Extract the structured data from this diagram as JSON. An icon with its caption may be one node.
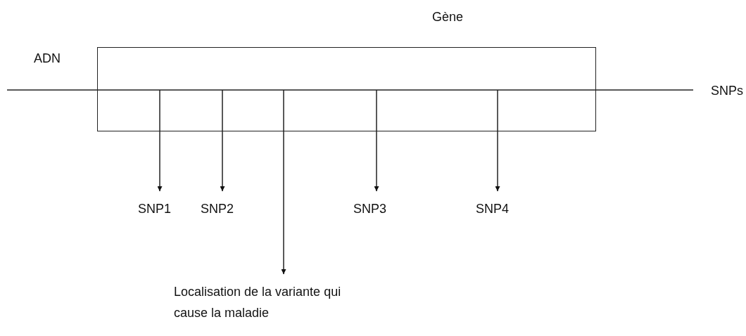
{
  "diagram": {
    "nodes": [
      {
        "text": [
          "Gène"
        ]
      },
      {
        "text": [
          "SNP1"
        ]
      },
      {
        "text": [
          "SNP2"
        ]
      },
      {
        "text": [
          "SNP3"
        ]
      },
      {
        "text": [
          "SNP4"
        ]
      },
      {
        "text": [
          "Localisation de la variante qui cause la maladie"
        ]
      }
    ],
    "edges": [
      {
        "from": 0,
        "to": 1,
        "arrow": "to"
      },
      {
        "from": 0,
        "to": 2,
        "arrow": "to"
      },
      {
        "from": 0,
        "to": 3,
        "arrow": "to"
      },
      {
        "from": 0,
        "to": 4,
        "arrow": "to"
      },
      {
        "from": 0,
        "to": 5,
        "arrow": "to"
      }
    ],
    "labels": [
      "ADN",
      "SNPs"
    ]
  }
}
